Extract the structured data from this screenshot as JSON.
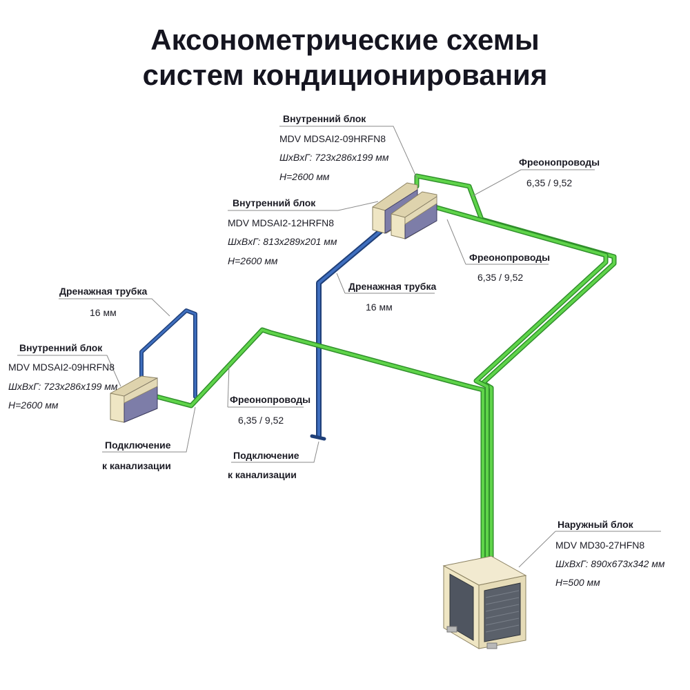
{
  "title": {
    "line1": "Аксонометрические схемы",
    "line2": "систем кондиционирования"
  },
  "colors": {
    "freon_pipe": "#4fc93c",
    "freon_pipe_dark": "#2f8f2a",
    "drain_pipe": "#2f5fa8",
    "drain_pipe_dark": "#1f3f78",
    "unit_body": "#efe6c4",
    "unit_panel": "#7d7da8",
    "outdoor_grille": "#4f5560"
  },
  "labels": {
    "indoor_top": {
      "heading": "Внутренний блок",
      "model": "MDV MDSAI2-09HRFN8",
      "dims": "ШxВxГ: 723x286x199 мм",
      "height": "H=2600 мм"
    },
    "indoor_mid": {
      "heading": "Внутренний блок",
      "model": "MDV MDSAI2-12HRFN8",
      "dims": "ШxВxГ: 813x289x201 мм",
      "height": "H=2600 мм"
    },
    "indoor_left": {
      "heading": "Внутренний блок",
      "model": "MDV MDSAI2-09HRFN8",
      "dims": "ШxВxГ: 723x286x199 мм",
      "height": "H=2600 мм"
    },
    "outdoor": {
      "heading": "Наружный блок",
      "model": "MDV MD30-27HFN8",
      "dims": "ШxВxГ: 890x673x342 мм",
      "height": "H=500 мм"
    },
    "freon_top": {
      "heading": "Фреонопроводы",
      "value": "6,35 / 9,52"
    },
    "freon_right": {
      "heading": "Фреонопроводы",
      "value": "6,35 / 9,52"
    },
    "freon_left": {
      "heading": "Фреонопроводы",
      "value": "6,35 / 9,52"
    },
    "drain_left": {
      "heading": "Дренажная трубка",
      "value": "16 мм"
    },
    "drain_mid": {
      "heading": "Дренажная трубка",
      "value": "16 мм"
    },
    "sewer_left": {
      "line1": "Подключение",
      "line2": "к канализации"
    },
    "sewer_mid": {
      "line1": "Подключение",
      "line2": "к канализации"
    }
  }
}
